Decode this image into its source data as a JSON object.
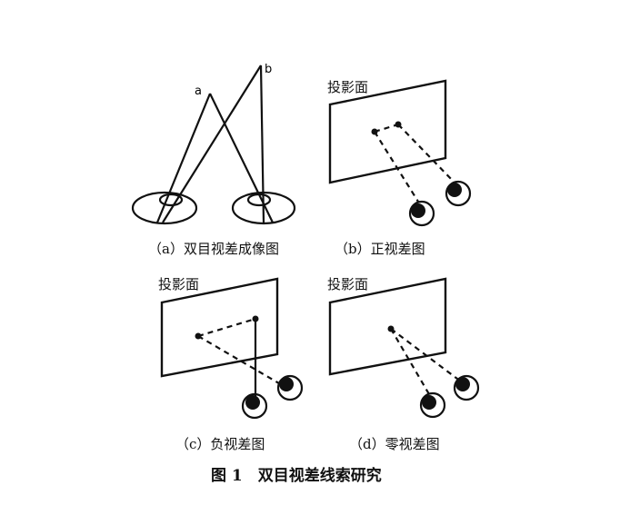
{
  "figure": {
    "caption": "图 1　双目视差线索研究"
  },
  "panels": {
    "a": {
      "caption": "（a）双目视差成像图",
      "point_a": "a",
      "point_b": "b"
    },
    "b": {
      "caption": "（b）正视差图",
      "plane_label": "投影面"
    },
    "c": {
      "caption": "（c）负视差图",
      "plane_label": "投影面"
    },
    "d": {
      "caption": "（d）零视差图",
      "plane_label": "投影面"
    }
  }
}
